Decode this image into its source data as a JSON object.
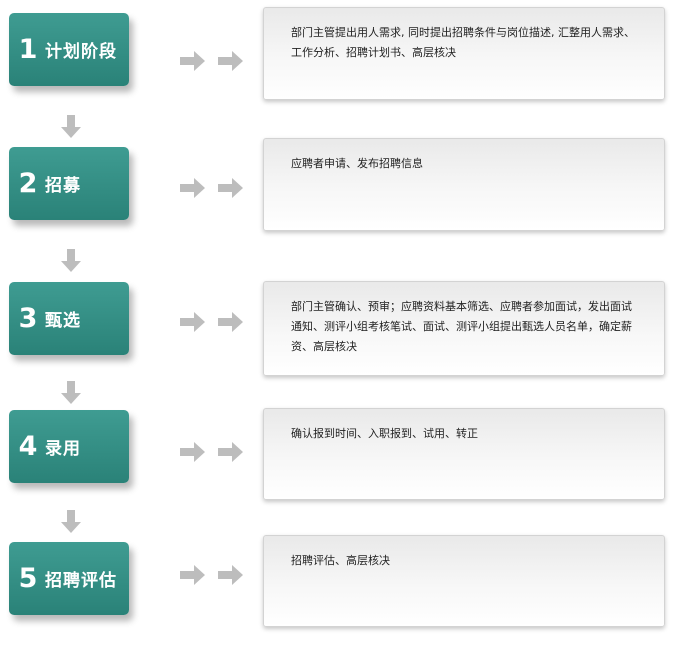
{
  "stages": [
    {
      "number": "1",
      "label": "计划阶段",
      "description": "部门主管提出用人需求, 同时提出招聘条件与岗位描述, 汇整用人需求、工作分析、招聘计划书、高层核决"
    },
    {
      "number": "2",
      "label": "招募",
      "description": "应聘者申请、发布招聘信息"
    },
    {
      "number": "3",
      "label": "甄选",
      "description": "部门主管确认、预审；应聘资料基本筛选、应聘者参加面试，发出面试通知、测评小组考核笔试、面试、测评小组提出甄选人员名单，确定薪资、高层核决"
    },
    {
      "number": "4",
      "label": "录用",
      "description": "确认报到时间、入职报到、试用、转正"
    },
    {
      "number": "5",
      "label": "招聘评估",
      "description": "招聘评估、高层核决"
    }
  ],
  "colors": {
    "stage_fill": "#2f8a80",
    "arrow": "#bdbdbd",
    "box_border": "#d3d3d3"
  },
  "icons": {
    "down": "down-arrow-icon",
    "right": "right-arrow-icon"
  }
}
